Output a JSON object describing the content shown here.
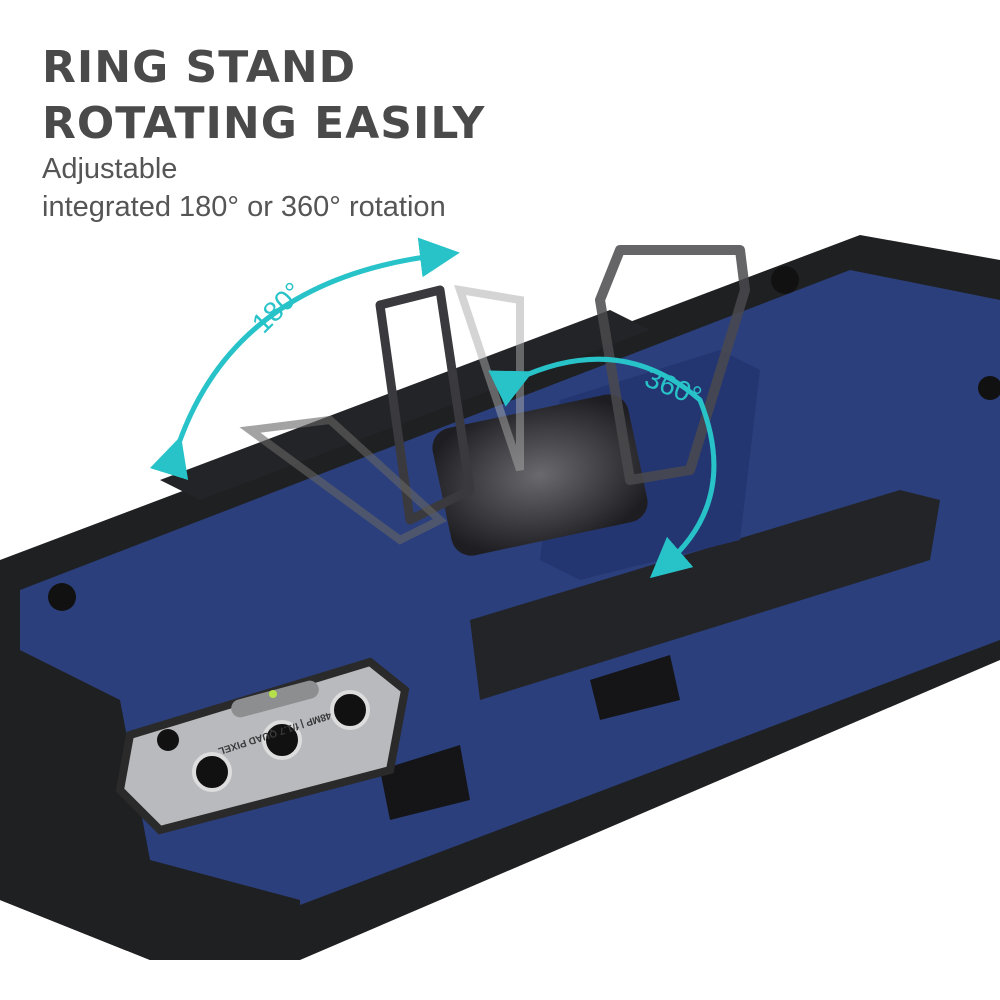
{
  "headline": {
    "line1": "RING STAND",
    "line2": "ROTATING EASILY"
  },
  "subtitle": {
    "line1": "Adjustable",
    "line2": "integrated 180° or 360° rotation"
  },
  "labels": {
    "rotation_180": "180°",
    "rotation_360": "360°"
  },
  "camera_text": "48MP | f/1.7 QUAD PIXEL",
  "colors": {
    "case_blue": "#2b3f7c",
    "bumper_black": "#1f2022",
    "arrow_teal": "#27c3c9",
    "text_gray": "#4a4a4a"
  }
}
